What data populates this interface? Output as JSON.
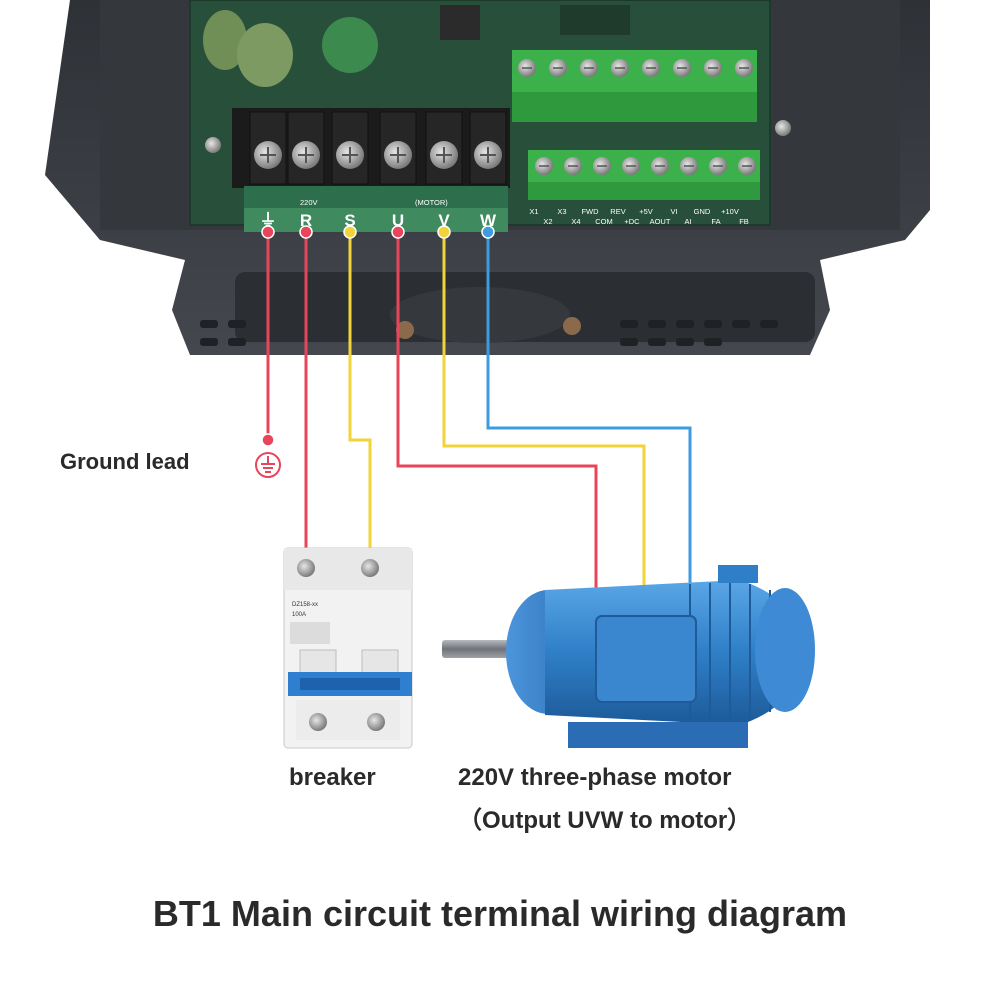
{
  "terminal_block": {
    "main_labels": [
      "⏚",
      "R",
      "S",
      "U",
      "V",
      "W"
    ],
    "small_marks": [
      "220V",
      "(MOTOR)"
    ],
    "control_labels_top": [
      "X1",
      "X3",
      "FWD",
      "REV",
      "+5V",
      "VI",
      "GND",
      "+10V"
    ],
    "control_labels_bottom": [
      "X2",
      "X4",
      "COM",
      "+DC",
      "AOUT",
      "AI",
      "FA",
      "FB"
    ]
  },
  "wires": [
    {
      "from": "⏚",
      "to": "ground",
      "color": "#e8445a"
    },
    {
      "from": "R",
      "to": "breaker-left",
      "color": "#e8445a"
    },
    {
      "from": "S",
      "to": "breaker-right",
      "color": "#f2d43a"
    },
    {
      "from": "U",
      "to": "motor-1",
      "color": "#e8445a"
    },
    {
      "from": "V",
      "to": "motor-2",
      "color": "#f2d43a"
    },
    {
      "from": "W",
      "to": "motor-3",
      "color": "#3f9be0"
    }
  ],
  "labels": {
    "ground": "Ground lead",
    "breaker": "breaker",
    "motor_title": "220V three-phase motor",
    "motor_sub": "（Output UVW to motor）",
    "footer": "BT1 Main circuit terminal wiring diagram"
  },
  "breaker_texts": [
    "DZ158-xx",
    "100A"
  ],
  "colors": {
    "red": "#e8445a",
    "yellow": "#f2d43a",
    "blue": "#3f9be0",
    "housing": "#3a3d42",
    "pcb": "#2f6b4a",
    "terminal_green": "#3cb04a",
    "motor_blue": "#2f7fc8"
  }
}
